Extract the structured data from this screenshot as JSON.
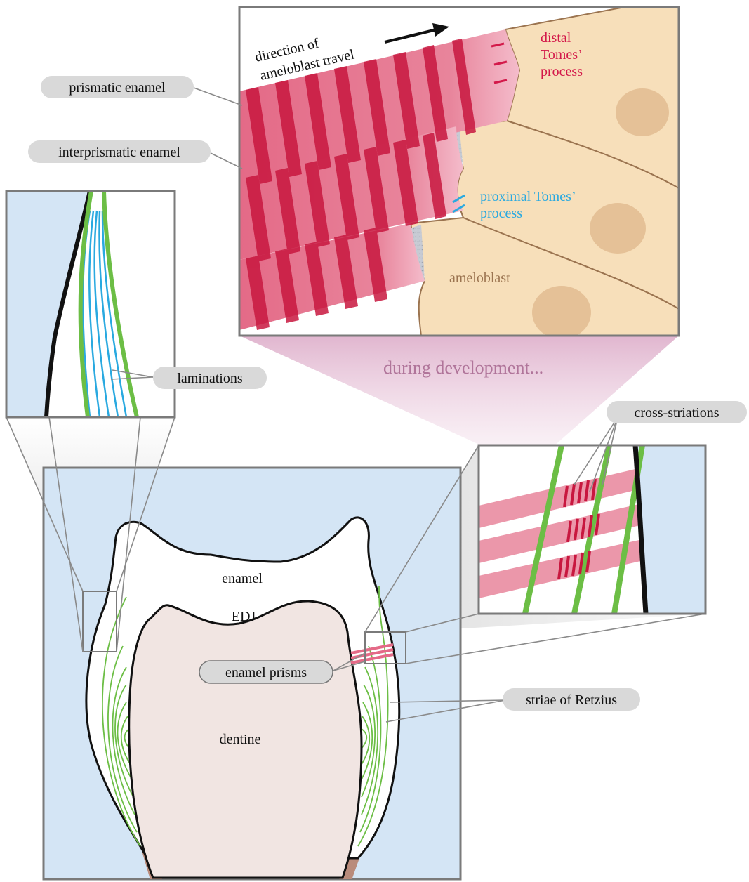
{
  "labels": {
    "prismatic_enamel": "prismatic enamel",
    "interprismatic_enamel": "interprismatic enamel",
    "laminations": "laminations",
    "cross_striations": "cross-striations",
    "enamel_prisms": "enamel prisms",
    "striae_of_retzius": "striae of Retzius",
    "enamel": "enamel",
    "edj": "EDJ",
    "dentine": "dentine",
    "during_development": "during development...",
    "direction_line1": "direction of",
    "direction_line2": "ameloblast travel",
    "distal_line1": "distal",
    "distal_line2": "Tomes’",
    "distal_line3": "process",
    "proximal_line1": "proximal Tomes’",
    "proximal_line2": "process",
    "ameloblast": "ameloblast"
  },
  "colors": {
    "background_blue": "#d4e5f5",
    "enamel_white": "#ffffff",
    "dentine": "#f1e5e2",
    "root_brown": "#b98b7b",
    "stria_green": "#6cbe45",
    "lamination_blue": "#29a9e0",
    "prism_pink": "#e46a87",
    "cross_striation_red": "#c8173f",
    "ameloblast_tan": "#f7dfba",
    "nucleus": "#e5c197",
    "distal_label": "#d3194a",
    "proximal_label": "#29a9e0",
    "ameloblast_label": "#9b7450",
    "development_label": "#b0759a",
    "frame_gray": "#7a7a7a",
    "pill_gray": "#d9d9d9"
  }
}
